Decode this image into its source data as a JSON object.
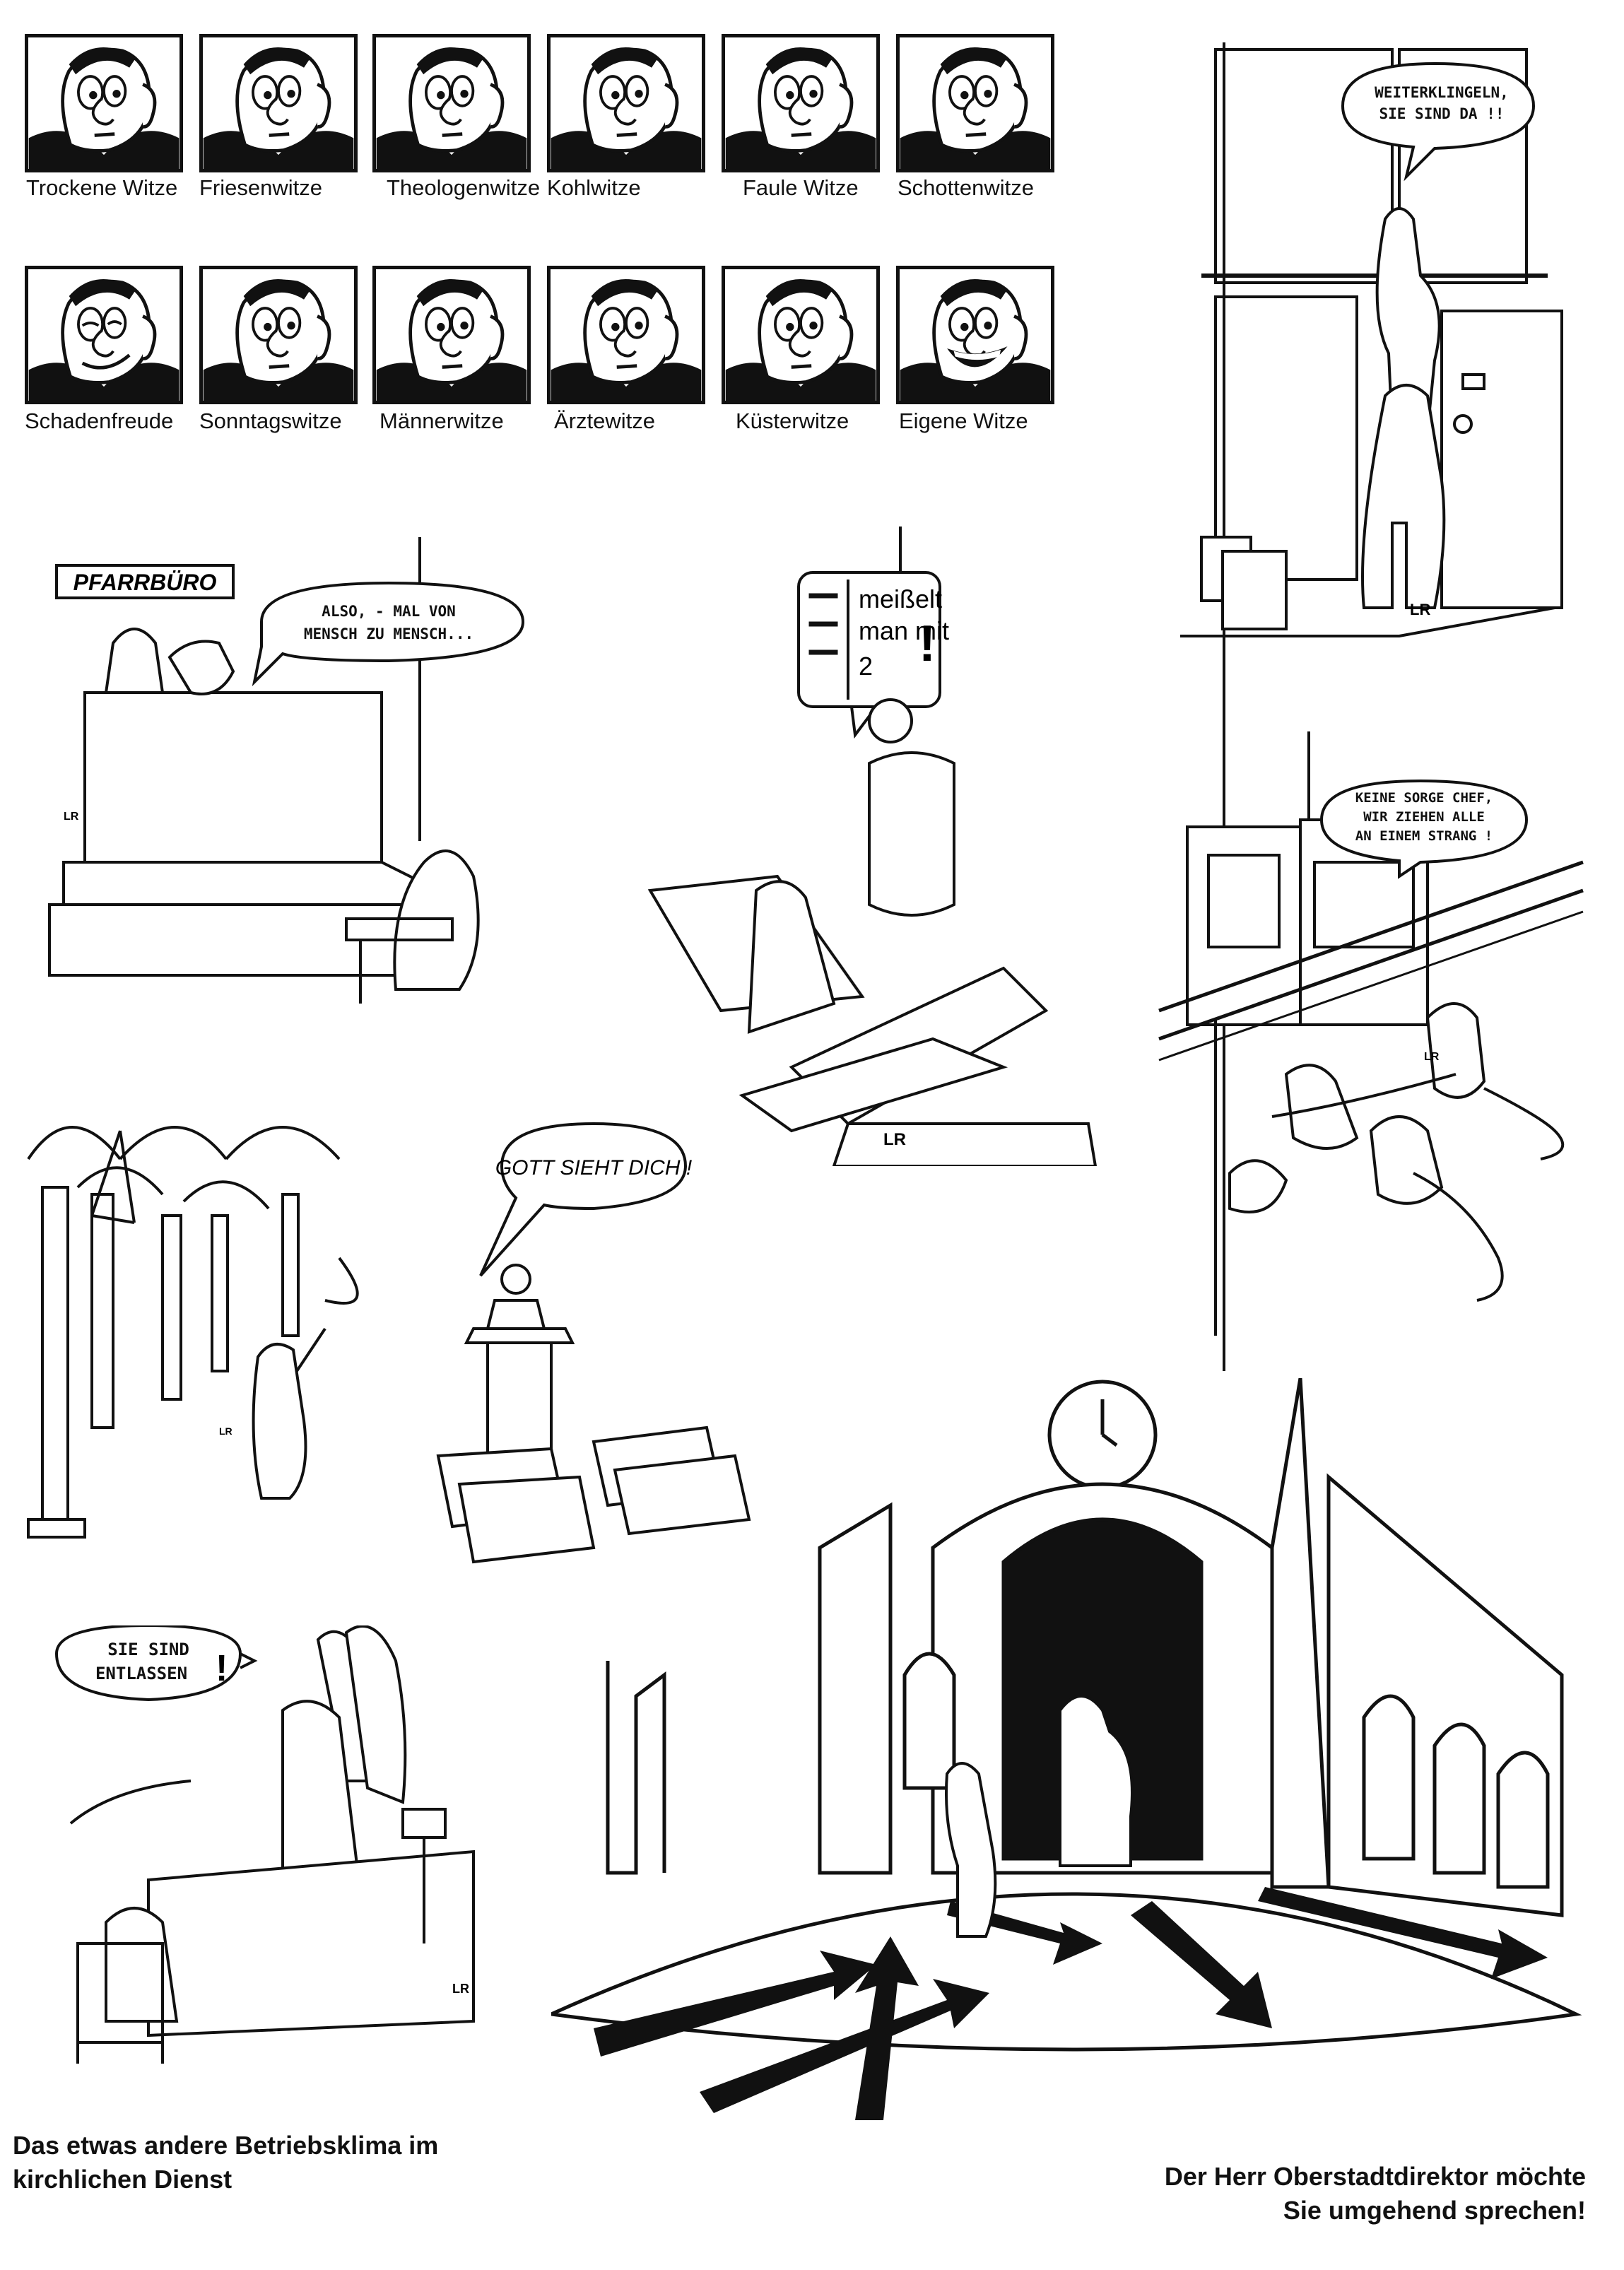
{
  "faces": {
    "row1": [
      "Trockene Witze",
      "Friesenwitze",
      "Theologenwitze",
      "Kohlwitze",
      "Faule Witze",
      "Schottenwitze"
    ],
    "row2": [
      "Schadenfreude",
      "Sonntagswitze",
      "Männerwitze",
      "Ärztewitze",
      "Küsterwitze",
      "Eigene Witze"
    ]
  },
  "cartoons": {
    "window": {
      "bubble_line1": "WEITERKLINGELN,",
      "bubble_line2": "SIE SIND DA !!"
    },
    "office": {
      "sign": "PFARRBÜRO",
      "bubble_line1": "ALSO, - MAL VON",
      "bubble_line2": "MENSCH ZU MENSCH..."
    },
    "tablet": {
      "line1": "meißelt",
      "line2": "man mit",
      "line3": "2",
      "exclaim": "!"
    },
    "rope": {
      "bubble_line1": "KEINE SORGE CHEF,",
      "bubble_line2": "WIR ZIEHEN ALLE",
      "bubble_line3": "AN EINEM STRANG !"
    },
    "pulpit": {
      "bubble": "GOTT SIEHT DICH !"
    },
    "angel": {
      "bubble_line1": "SIE SIND",
      "bubble_line2": "ENTLASSEN",
      "exclaim": "!"
    },
    "signature": "LR"
  },
  "captions": {
    "left_line1": "Das etwas andere Betriebsklima im",
    "left_line2": "kirchlichen Dienst",
    "right_line1": "Der Herr Oberstadtdirektor möchte",
    "right_line2": "Sie umgehend sprechen!"
  }
}
